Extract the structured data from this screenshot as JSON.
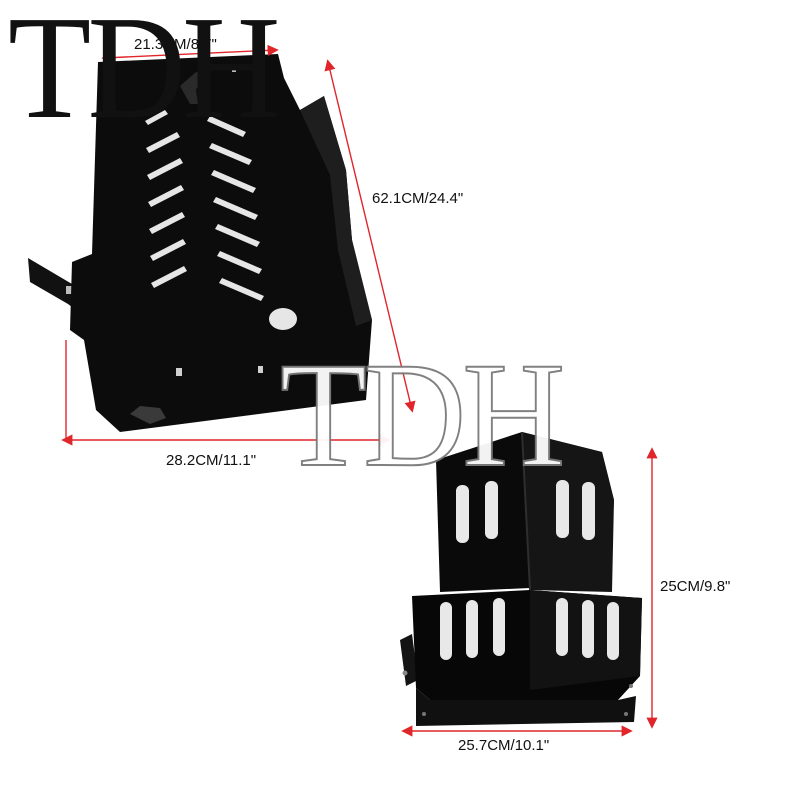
{
  "brand": {
    "logo_text": "TDH",
    "watermark_text": "TDH"
  },
  "dimensions": {
    "plate_top_width": "21.3CM/8.7\"",
    "plate_length": "62.1CM/24.4\"",
    "plate_bottom_width": "28.2CM/11.1\"",
    "guard_height": "25CM/9.8\"",
    "guard_width": "25.7CM/10.1\""
  },
  "colors": {
    "product": "#0c0c0c",
    "arrow": "#e0262b",
    "background": "#ffffff"
  }
}
